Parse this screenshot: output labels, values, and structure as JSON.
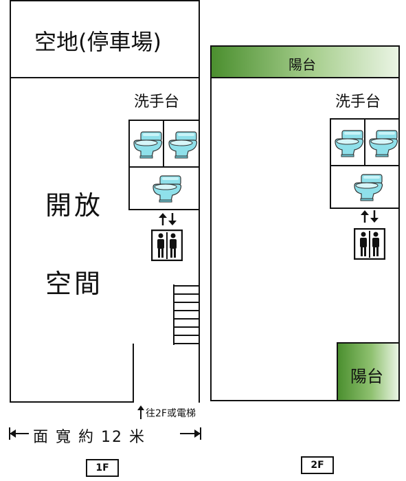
{
  "floor1": {
    "parking_label": "空地(停車場)",
    "sink_label": "洗手台",
    "open_line1": "開放",
    "open_line2": "空間",
    "stairs_note": "往2F或電梯",
    "width_label": "面 寬 約 12 米",
    "floor_tag": "1F"
  },
  "floor2": {
    "balcony_top_label": "陽台",
    "sink_label": "洗手台",
    "balcony_bottom_label": "陽台",
    "floor_tag": "2F"
  },
  "colors": {
    "toilet": "#8fe0ea",
    "balcony_dark": "#4b8f2f",
    "balcony_light": "#eaf4e4"
  },
  "icons": [
    "toilet-icon",
    "elevator-icon",
    "up-down-arrows-icon",
    "stairs-icon",
    "arrow-up-icon",
    "arrow-left-icon",
    "arrow-right-icon"
  ]
}
